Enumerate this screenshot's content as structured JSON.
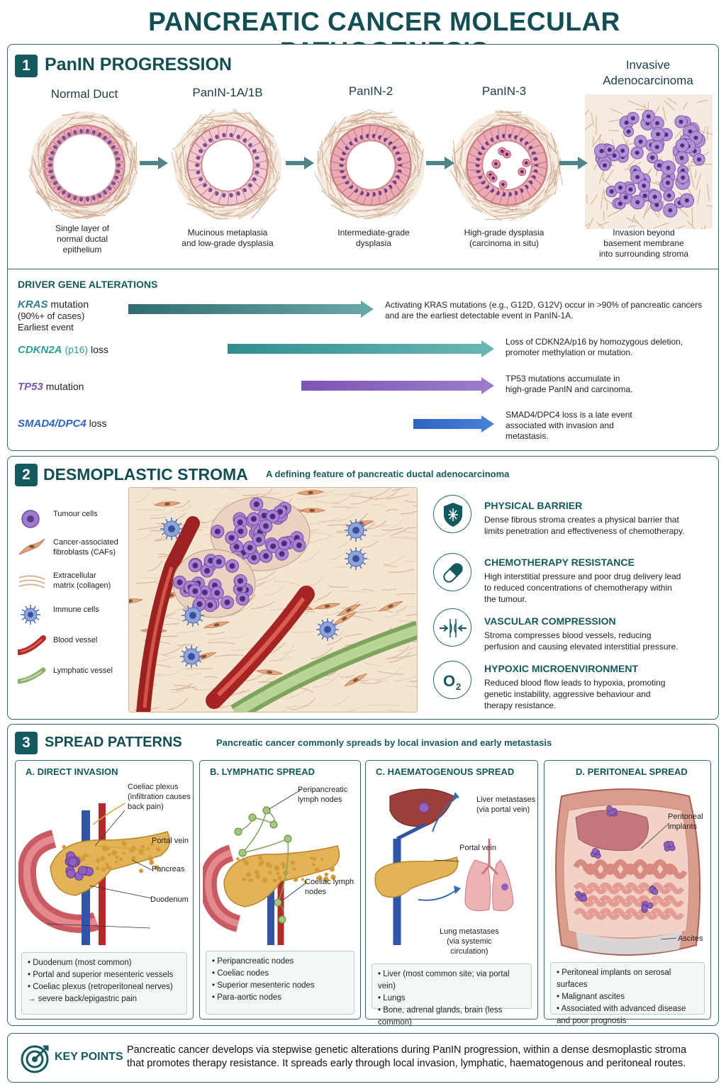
{
  "title": "PANCREATIC CANCER MOLECULAR PATHOGENESIS",
  "section1": {
    "number": "1",
    "title": "PanIN PROGRESSION",
    "stages": [
      {
        "label": "Normal Duct",
        "desc": [
          "Single layer of",
          "normal ductal",
          "epithelium"
        ]
      },
      {
        "label": "PanIN-1A/1B",
        "desc": [
          "Mucinous metaplasia",
          "and low-grade dysplasia"
        ]
      },
      {
        "label": "PanIN-2",
        "desc": [
          "Intermediate-grade",
          "dysplasia"
        ]
      },
      {
        "label": "PanIN-3",
        "desc": [
          "High-grade dysplasia",
          "(carcinoma in situ)"
        ]
      },
      {
        "label": "Invasive Adenocarcinoma",
        "desc": [
          "Invasion beyond",
          "basement membrane",
          "into surrounding stroma"
        ]
      }
    ],
    "drivers_heading": "DRIVER GENE ALTERATIONS",
    "drivers": [
      {
        "gene": "KRAS",
        "suffix": " mutation",
        "extra1": "(90%+ of cases)",
        "extra2": "Earliest event",
        "desc": [
          "Activating KRAS mutations (e.g., G12D, G12V) occur in >90% of pancreatic cancers",
          "and are the earliest detectable event in PanIN-1A."
        ],
        "color": "#2f7f86"
      },
      {
        "gene": "CDKN2A",
        "gene2": " (p16)",
        "suffix": " loss",
        "desc": [
          "Loss of CDKN2A/p16 by homozygous deletion,",
          "promoter methylation or mutation."
        ],
        "color": "#2f9c98"
      },
      {
        "gene": "TP53",
        "suffix": " mutation",
        "desc": [
          "TP53 mutations accumulate in",
          "high-grade PanIN and carcinoma."
        ],
        "color": "#7d55b5"
      },
      {
        "gene": "SMAD4/DPC4",
        "suffix": " loss",
        "desc": [
          "SMAD4/DPC4 loss is a late event",
          "associated with invasion and",
          "metastasis."
        ],
        "color": "#2f63c0"
      }
    ]
  },
  "section2": {
    "number": "2",
    "title": "DESMOPLASTIC STROMA",
    "subtitle": "A defining feature of pancreatic ductal adenocarcinoma",
    "legend": [
      {
        "icon": "tumour-cell-icon",
        "label": [
          "Tumour cells"
        ]
      },
      {
        "icon": "fibroblast-icon",
        "label": [
          "Cancer-associated",
          "fibroblasts (CAFs)"
        ]
      },
      {
        "icon": "collagen-icon",
        "label": [
          "Extracellular",
          "matrix (collagen)"
        ]
      },
      {
        "icon": "immune-cell-icon",
        "label": [
          "Immune cells"
        ]
      },
      {
        "icon": "blood-vessel-icon",
        "label": [
          "Blood vessel"
        ]
      },
      {
        "icon": "lymphatic-vessel-icon",
        "label": [
          "Lymphatic vessel"
        ]
      }
    ],
    "features": [
      {
        "icon": "shield-icon",
        "title": "PHYSICAL BARRIER",
        "desc": [
          "Dense fibrous stroma creates a physical barrier that",
          "limits penetration and effectiveness of chemotherapy."
        ]
      },
      {
        "icon": "capsule-icon",
        "title": "CHEMOTHERAPY RESISTANCE",
        "desc": [
          "High interstitial pressure and poor drug delivery lead",
          "to reduced concentrations of chemotherapy within",
          "the tumour."
        ]
      },
      {
        "icon": "compression-icon",
        "title": "VASCULAR COMPRESSION",
        "desc": [
          "Stroma  compresses blood vessels, reducing",
          "perfusion and causing elevated interstitial pressure."
        ]
      },
      {
        "icon": "oxygen-icon",
        "icon_text": "O2",
        "title": "HYPOXIC MICROENVIRONMENT",
        "desc": [
          "Reduced blood flow leads to hypoxia, promoting",
          "genetic instability, aggressive behaviour and",
          "therapy resistance."
        ]
      }
    ]
  },
  "section3": {
    "number": "3",
    "title": "SPREAD PATTERNS",
    "subtitle": "Pancreatic cancer commonly spreads by local invasion and early metastasis",
    "routes": [
      {
        "title": "A. DIRECT INVASION",
        "annotations": [
          [
            "Coeliac plexus",
            "(infiltration causes",
            "back pain)"
          ],
          [
            "Portal vein"
          ],
          [
            "Pancreas"
          ],
          [
            "Duodenum"
          ]
        ],
        "list": [
          "• Duodenum (most common)",
          "• Portal and superior mesenteric vessels",
          "• Coeliac plexus (retroperitoneal nerves)",
          "   → severe back/epigastric pain"
        ]
      },
      {
        "title": "B. LYMPHATIC SPREAD",
        "annotations": [
          [
            "Peripancreatic",
            "lymph nodes"
          ],
          [
            "Coeliac lymph",
            "nodes"
          ]
        ],
        "list": [
          "• Peripancreatic nodes",
          "• Coeliac nodes",
          "• Superior mesenteric nodes",
          "• Para-aortic nodes"
        ]
      },
      {
        "title": "C. HAEMATOGENOUS SPREAD",
        "annotations": [
          [
            "Liver metastases",
            "(via portal vein)"
          ],
          [
            "Portal vein"
          ],
          [
            "Lung metastases",
            "(via systemic",
            "circulation)"
          ]
        ],
        "list": [
          "• Liver (most common site; via portal vein)",
          "• Lungs",
          "• Bone, adrenal glands, brain (less common)"
        ]
      },
      {
        "title": "D. PERITONEAL SPREAD",
        "annotations": [
          [
            "Peritoneal",
            "implants"
          ],
          [
            "Ascites"
          ]
        ],
        "list": [
          "• Peritoneal implants on serosal surfaces",
          "• Malignant ascites",
          "• Associated with advanced disease",
          "  and poor prognosis"
        ]
      }
    ]
  },
  "key_points": {
    "label": "KEY POINTS",
    "text": [
      "Pancreatic cancer develops via stepwise genetic alterations during PanIN progression, within a dense desmoplastic stroma",
      "that promotes therapy resistance. It spreads early through local invasion, lymphatic, haematogenous and peritoneal routes."
    ]
  },
  "colors": {
    "primary": "#14595e",
    "tumour": "#8e6ac0",
    "vessel": "#b52a2a",
    "lymph": "#8ab06a",
    "fat": "#e0b24f"
  }
}
